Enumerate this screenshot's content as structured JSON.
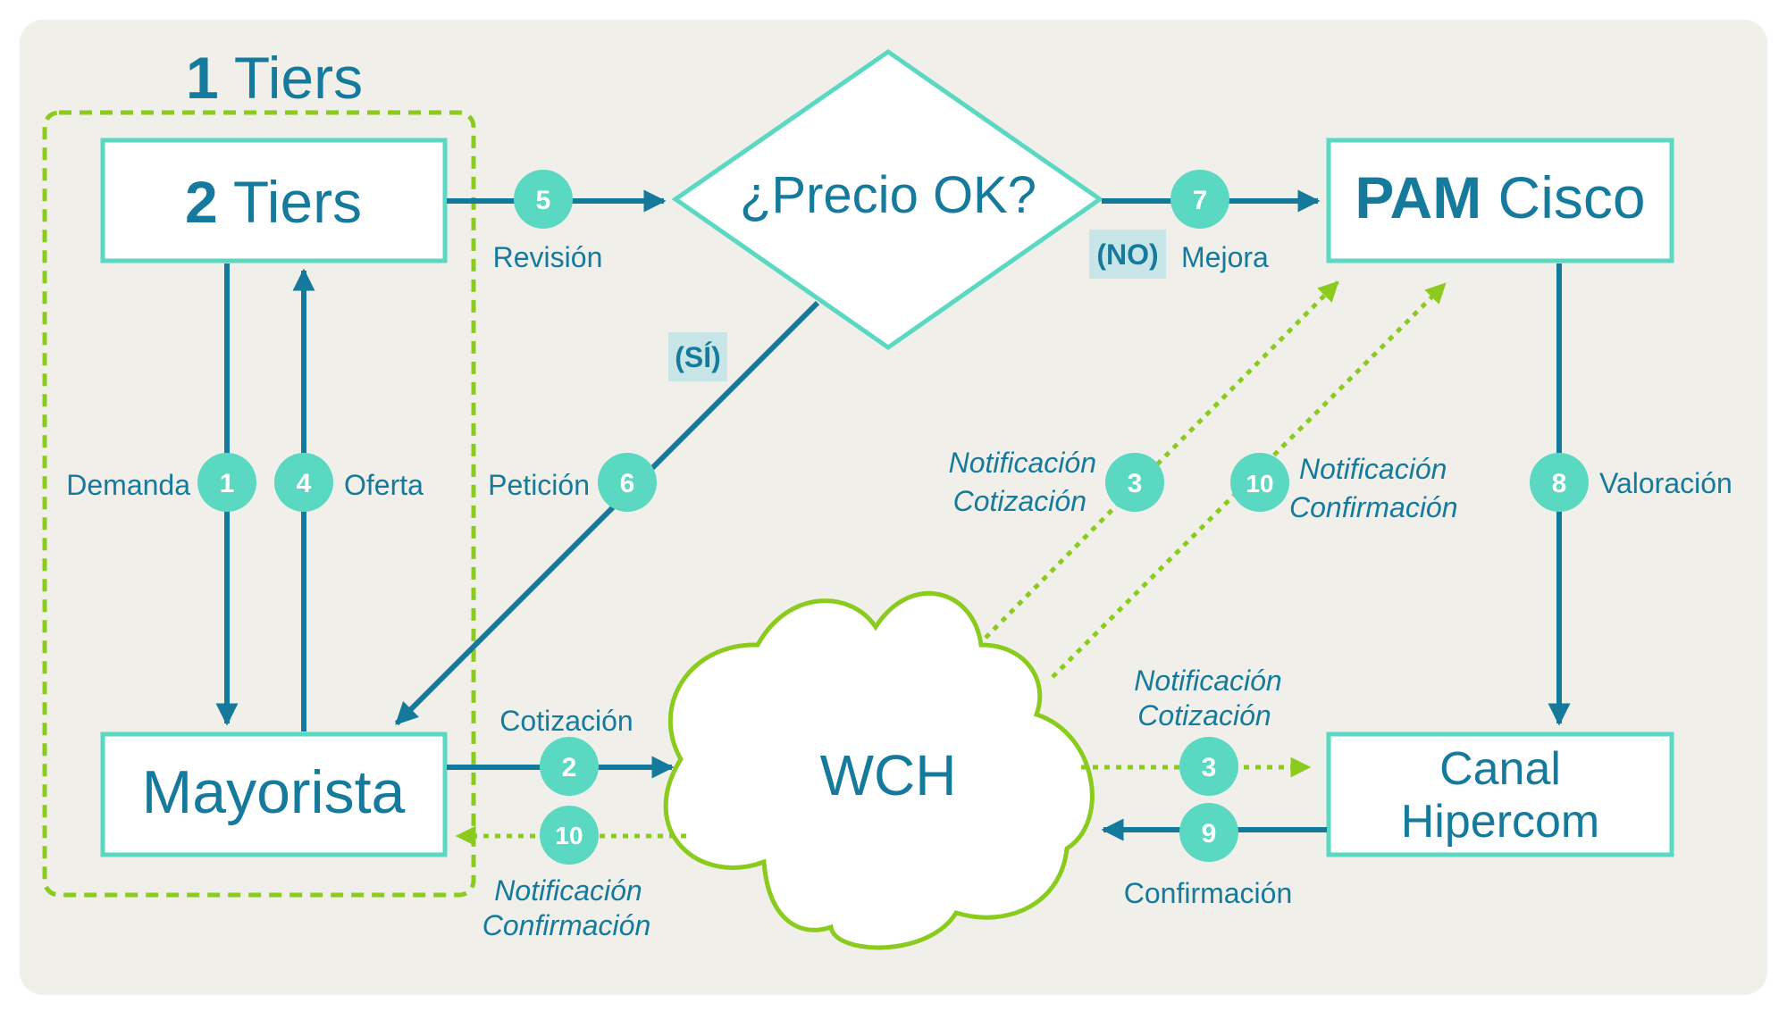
{
  "colors": {
    "background": "#f1efea",
    "teal_border": "#5ad8c2",
    "teal_text": "#157a9b",
    "arrow_blue": "#14799a",
    "badge": "#5ad8c2",
    "badge_text": "#ffffff",
    "lime": "#8acb1e",
    "tag_bg": "#c8e6e8"
  },
  "group": {
    "label_num": "1",
    "label_text": "Tiers"
  },
  "nodes": {
    "two_tiers": {
      "num": "2",
      "text": "Tiers"
    },
    "decision": {
      "label": "¿Precio OK?"
    },
    "pam": {
      "bold": "PAM",
      "light": "Cisco"
    },
    "mayorista": {
      "label": "Mayorista"
    },
    "wch": {
      "label": "WCH"
    },
    "canal": {
      "line1": "Canal",
      "line2": "Hipercom"
    }
  },
  "tags": {
    "no": "(NO)",
    "si": "(SÍ)"
  },
  "steps": [
    {
      "num": "1",
      "label": "Demanda"
    },
    {
      "num": "2",
      "label": "Cotización"
    },
    {
      "num": "3",
      "label_line1": "Notificación",
      "label_line2": "Cotización"
    },
    {
      "num": "3",
      "label_line1": "Notificación",
      "label_line2": "Cotización"
    },
    {
      "num": "4",
      "label": "Oferta"
    },
    {
      "num": "5",
      "label": "Revisión"
    },
    {
      "num": "6",
      "label": "Petición"
    },
    {
      "num": "7",
      "label": "Mejora"
    },
    {
      "num": "8",
      "label": "Valoración"
    },
    {
      "num": "9",
      "label": "Confirmación"
    },
    {
      "num": "10",
      "label_line1": "Notificación",
      "label_line2": "Confirmación"
    },
    {
      "num": "10",
      "label_line1": "Notificación",
      "label_line2": "Confirmación"
    }
  ]
}
